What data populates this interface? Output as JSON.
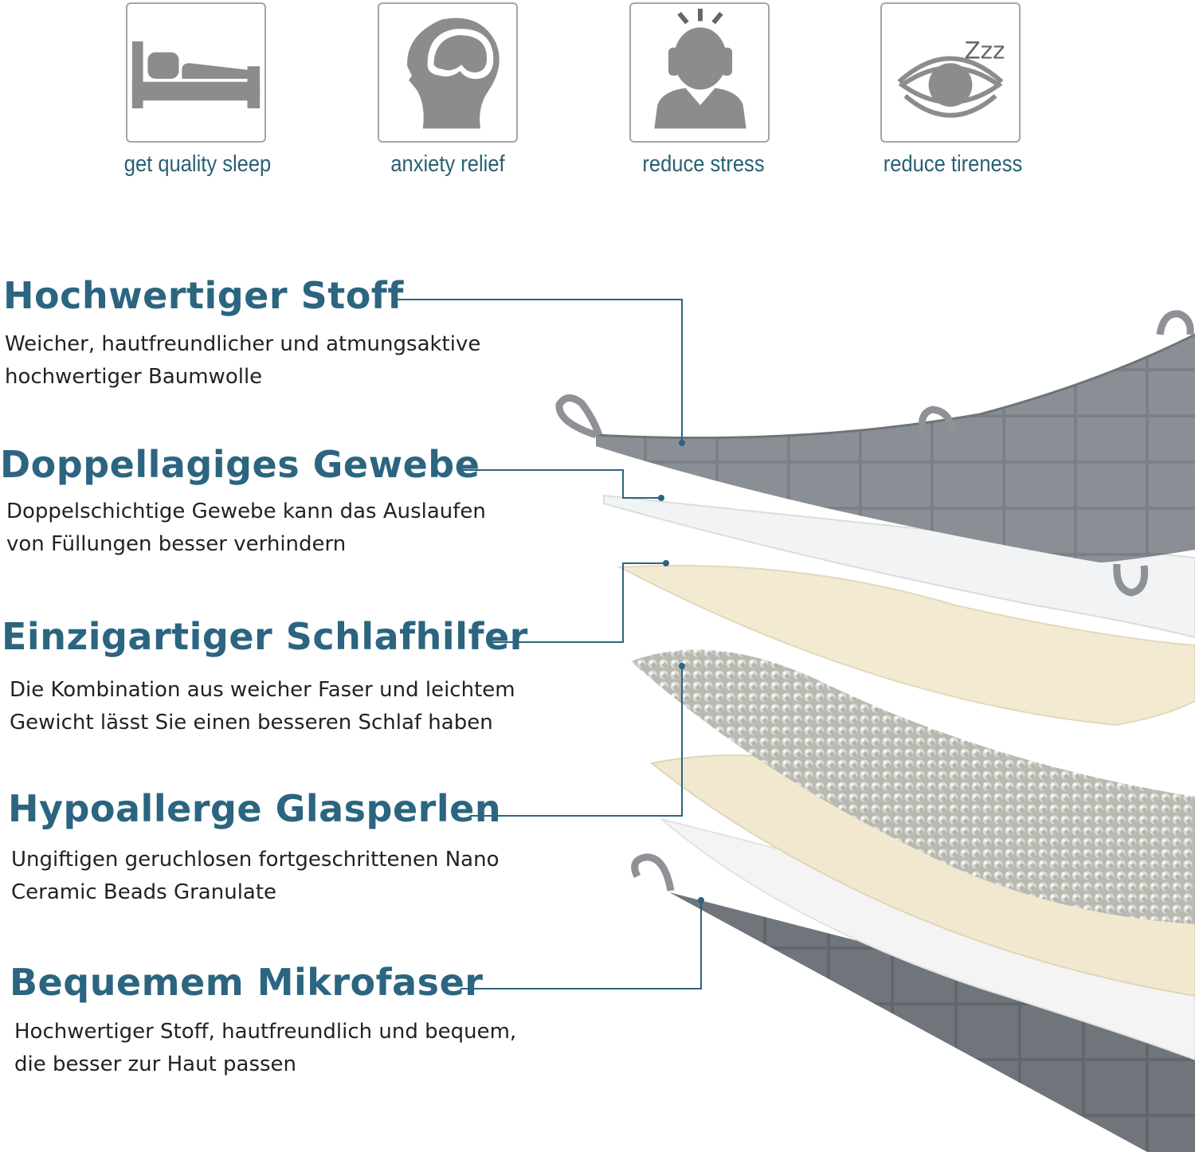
{
  "benefits": [
    {
      "label": "get quality sleep",
      "icon": "bed-icon"
    },
    {
      "label": "anxiety relief",
      "icon": "head-brain-icon"
    },
    {
      "label": "reduce stress",
      "icon": "stressed-person-icon"
    },
    {
      "label": "reduce tireness",
      "icon": "sleepy-eye-icon"
    }
  ],
  "icon_text": {
    "zzz": "Zzz"
  },
  "layers": [
    {
      "title": "Hochwertiger Stoff",
      "desc_1": "Weicher, hautfreundlicher und atmungsaktive",
      "desc_2": "hochwertiger Baumwolle"
    },
    {
      "title": "Doppellagiges Gewebe",
      "desc_1": "Doppelschichtige Gewebe kann das Auslaufen",
      "desc_2": "von Füllungen besser verhindern"
    },
    {
      "title": "Einzigartiger Schlafhilfer",
      "desc_1": "Die Kombination aus weicher Faser und leichtem",
      "desc_2": "Gewicht lässt Sie einen besseren Schlaf haben"
    },
    {
      "title": "Hypoallerge Glasperlen",
      "desc_1": "Ungiftigen geruchlosen fortgeschrittenen Nano",
      "desc_2": "Ceramic Beads Granulate"
    },
    {
      "title": "Bequemem Mikrofaser",
      "desc_1": "Hochwertiger Stoff, hautfreundlich und bequem,",
      "desc_2": "die besser zur Haut passen"
    }
  ],
  "colors": {
    "heading": "#2b6580",
    "benefit_text": "#2a6073",
    "icon_gray": "#8c8c8c",
    "leader_line": "#2b6580",
    "fabric_gray": "#8a8f95",
    "microfiber_gray": "#6f757b",
    "white_layer": "#f3f4f5",
    "cream_layer": "#f3ead2",
    "beads": "#b8b8b0"
  }
}
